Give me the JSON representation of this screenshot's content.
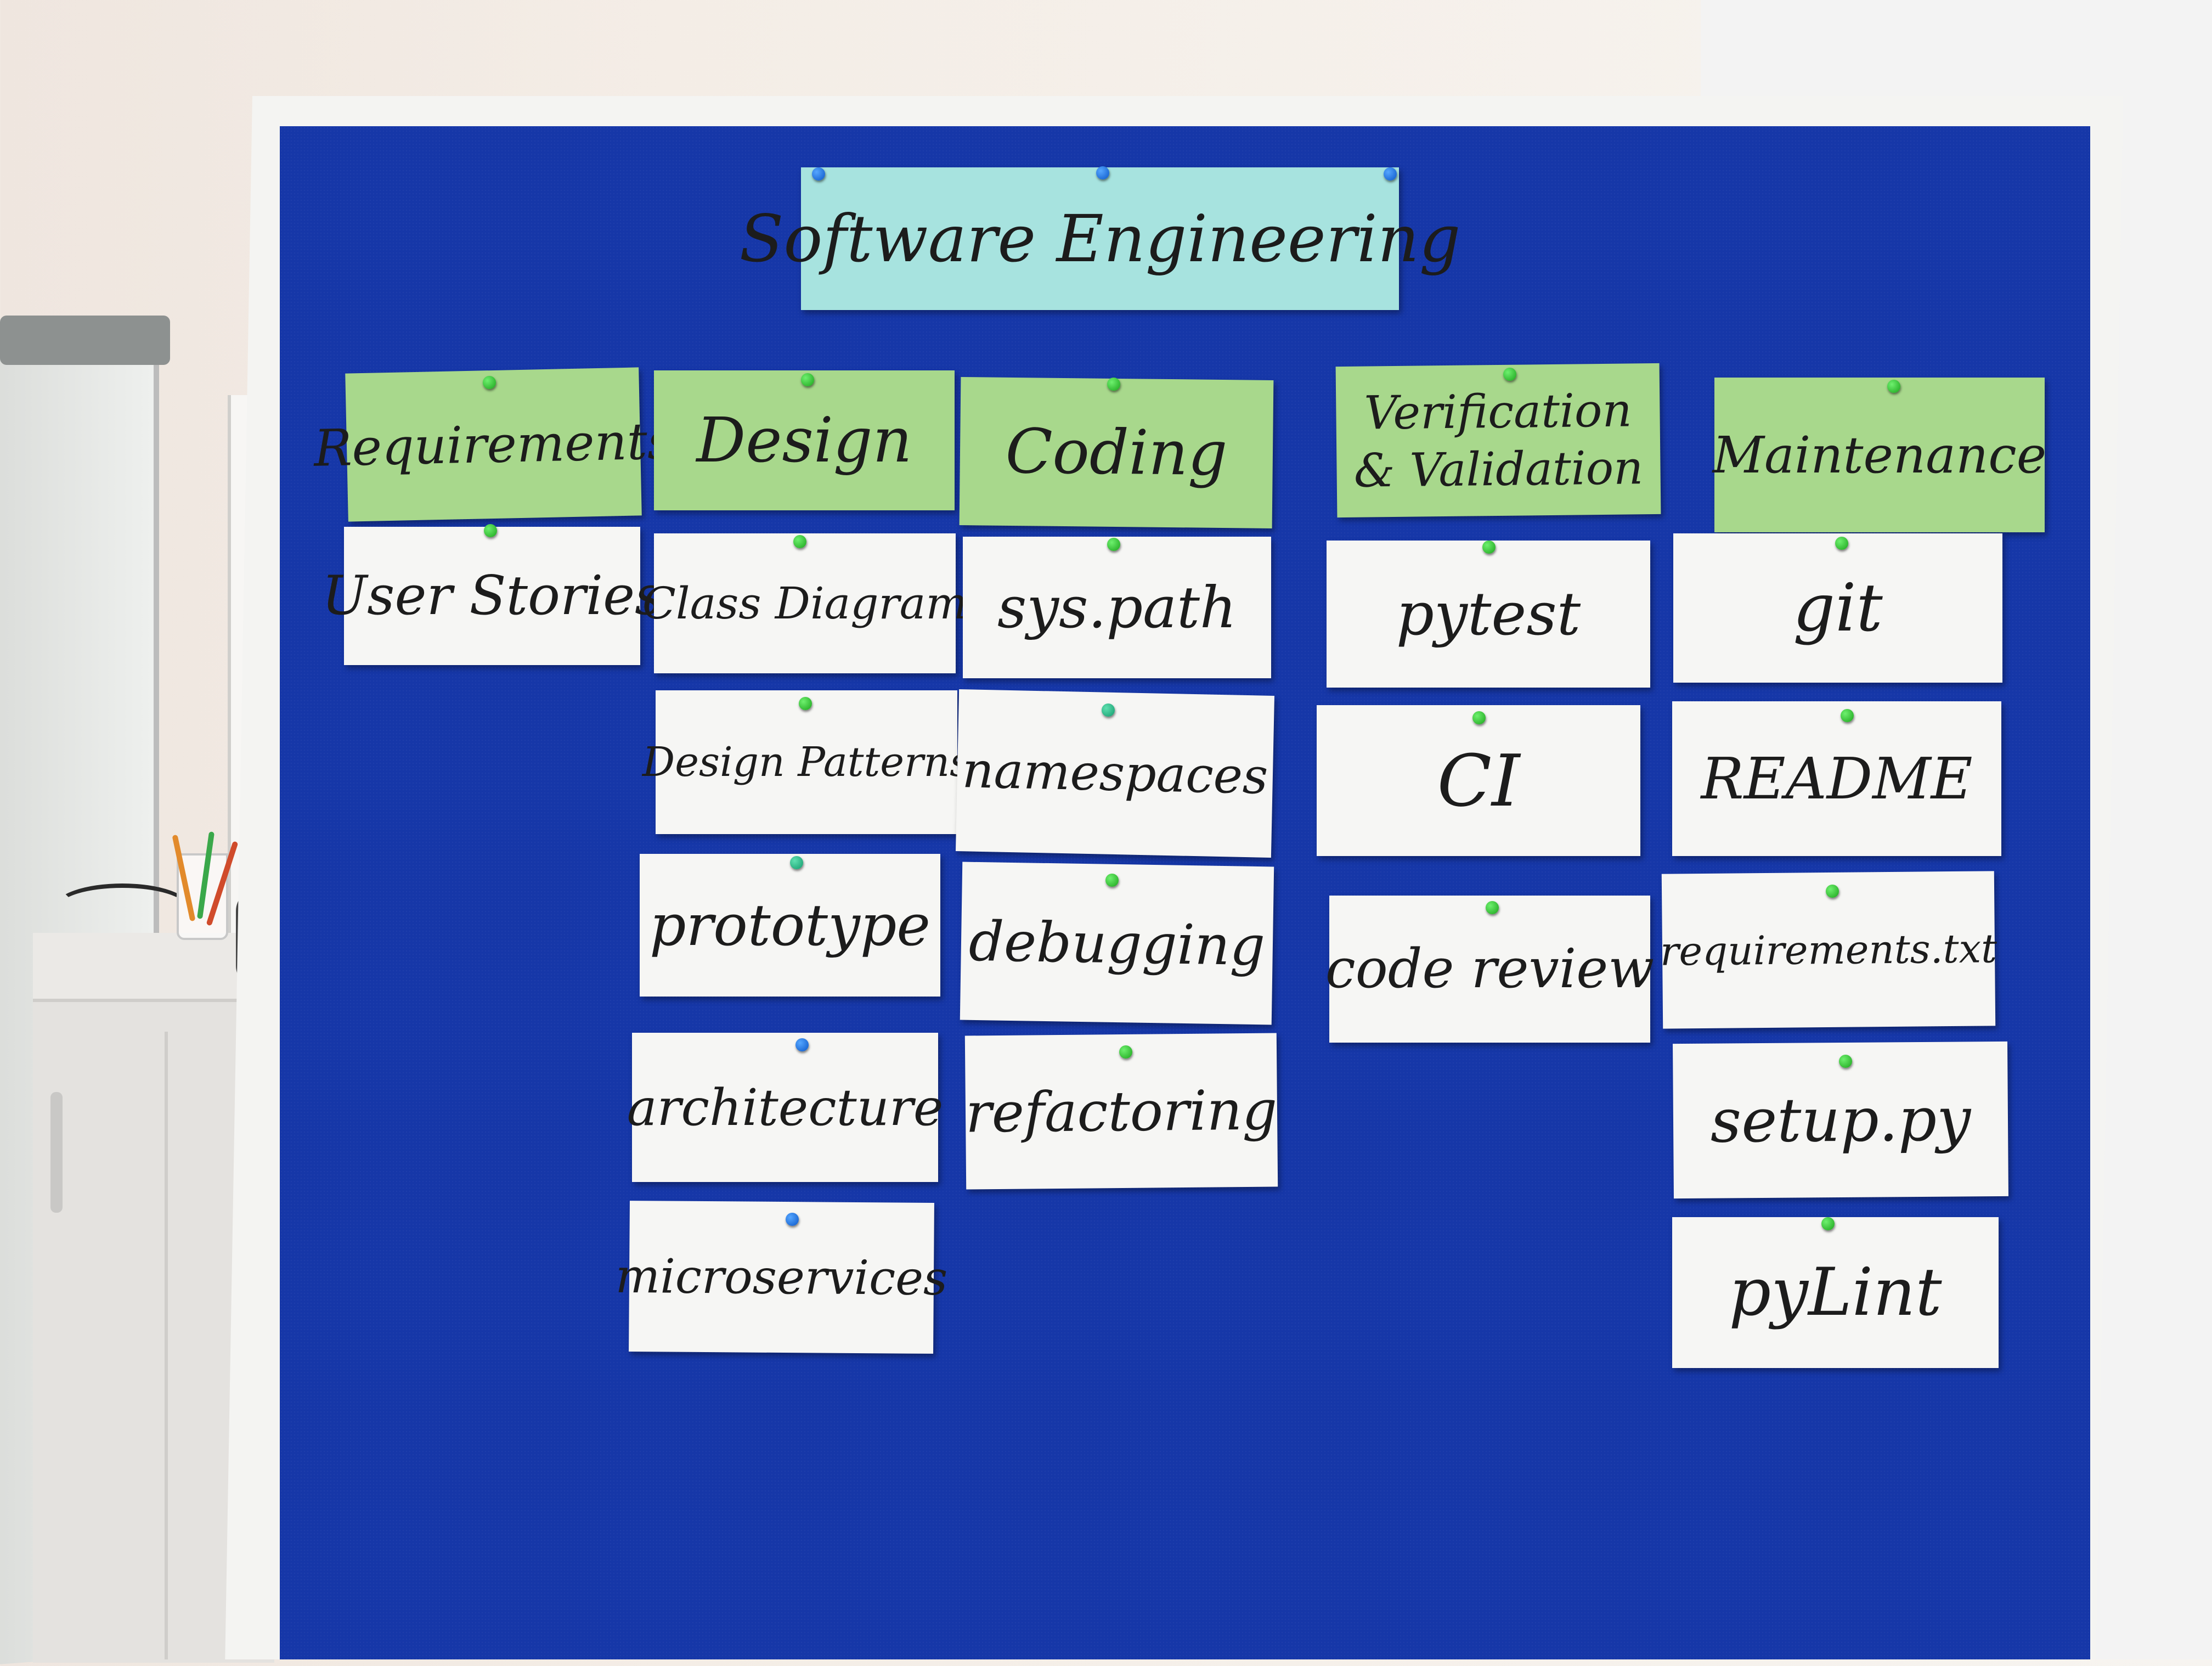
{
  "title": "Software Engineering",
  "headers": {
    "requirements": "Requirements",
    "design": "Design",
    "coding": "Coding",
    "vv_line1": "Verification",
    "vv_line2": "& Validation",
    "maintenance": "Maintenance"
  },
  "cards": {
    "user_stories": "User Stories",
    "class_diagram": "Class Diagram",
    "design_patterns": "Design Patterns",
    "prototype": "prototype",
    "architecture": "architecture",
    "microservices": "microservices",
    "sys_path": "sys.path",
    "namespaces": "namespaces",
    "debugging": "debugging",
    "refactoring": "refactoring",
    "pytest": "pytest",
    "ci": "CI",
    "code_review": "code review",
    "git": "git",
    "readme": "README",
    "requirements_txt": "requirements.txt",
    "setup_py": "setup.py",
    "pylint": "pyLint"
  },
  "colors": {
    "board": "#1637a8",
    "title_card": "#a7e3df",
    "header_card": "#a8d88c",
    "item_card": "#f6f6f4",
    "pin_green": "#2bc52b",
    "pin_blue": "#1473e6"
  }
}
